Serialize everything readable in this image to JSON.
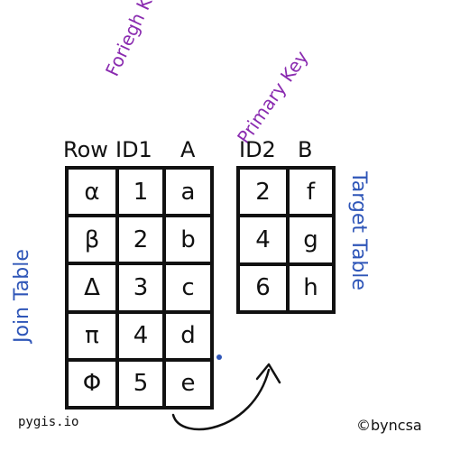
{
  "join_table": {
    "label": "Join Table",
    "headers": [
      "Row",
      "ID1",
      "A"
    ],
    "foreign_key_label": "Foriegh Key",
    "rows": [
      [
        "α",
        "1",
        "a"
      ],
      [
        "β",
        "2",
        "b"
      ],
      [
        "Δ",
        "3",
        "c"
      ],
      [
        "π",
        "4",
        "d"
      ],
      [
        "Φ",
        "5",
        "e"
      ]
    ]
  },
  "target_table": {
    "label": "Target Table",
    "headers": [
      "ID2",
      "B"
    ],
    "primary_key_label": "Primary Key",
    "rows": [
      [
        "2",
        "f"
      ],
      [
        "4",
        "g"
      ],
      [
        "6",
        "h"
      ]
    ]
  },
  "footer": {
    "left": "pygis.io",
    "right": "©byncsa"
  },
  "colors": {
    "ink": "#111111",
    "purple": "#8a2bb0",
    "blue": "#2f56b8"
  }
}
